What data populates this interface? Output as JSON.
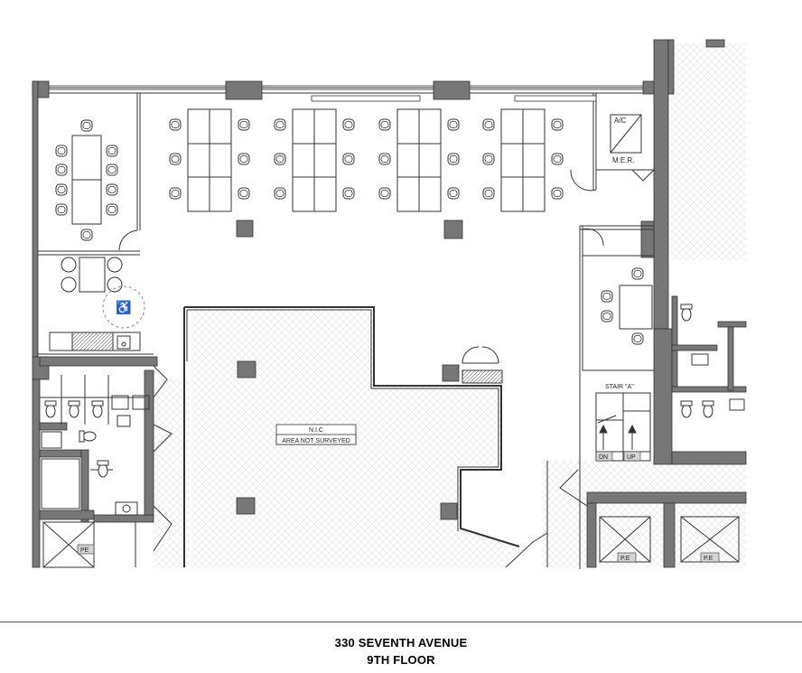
{
  "labels": {
    "ac": "A/C",
    "mer": "M.E.R.",
    "stair": "STAIR \"A\"",
    "dn": "DN",
    "up": "UP",
    "nic": "N.I.C",
    "not_surveyed": "AREA NOT SURVEYED",
    "pe_left": "PE",
    "pe_mid": "P.E",
    "pe_right": "P.E"
  },
  "title": {
    "building": "330 SEVENTH AVENUE",
    "floor": "9TH FLOOR"
  },
  "colors": {
    "wall": "#777777",
    "line": "#333333",
    "hatch": "#e6e6e6"
  }
}
